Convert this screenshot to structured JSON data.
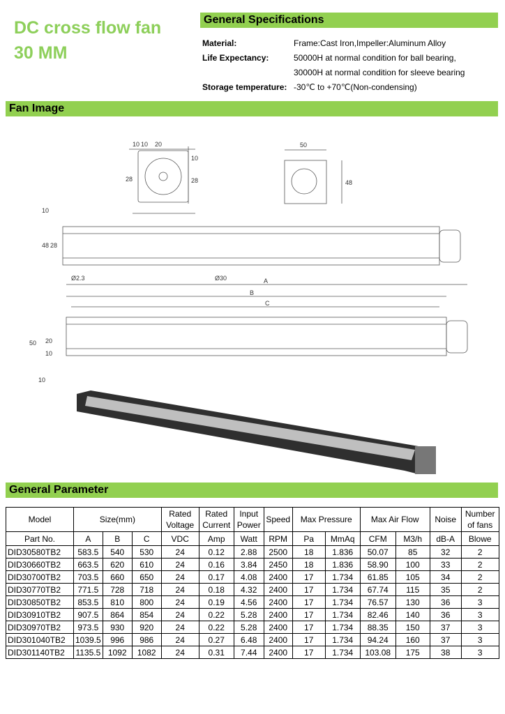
{
  "title": {
    "line1": "DC cross flow fan",
    "line2": "30 MM"
  },
  "spec": {
    "heading": "General Specifications",
    "rows": [
      {
        "key": "Material:",
        "value": "Frame:Cast Iron,Impeller:Aluminum Alloy"
      },
      {
        "key": "Life Expectancy:",
        "value": "50000H at normal condition for ball bearing,"
      },
      {
        "key": "",
        "value": "30000H at normal condition for sleeve bearing"
      },
      {
        "key": "Storage temperature:",
        "value": "-30℃ to +70℃(Non-condensing)"
      }
    ]
  },
  "fan_image": {
    "heading": "Fan Image",
    "labels": {
      "d1": "10",
      "d2": "10",
      "d3": "20",
      "d4": "28",
      "d5": "10",
      "d6": "28",
      "d7": "50",
      "d8": "48",
      "d9": "10",
      "d10": "48",
      "d11": "28",
      "d12": "Ø2.3",
      "d13": "Ø30",
      "A": "A",
      "B": "B",
      "C": "C",
      "d14": "50",
      "d15": "20",
      "d16": "10",
      "d17": "10"
    }
  },
  "parameter": {
    "heading": "General Parameter",
    "header1": [
      "Model",
      "Size(mm)",
      "Rated Voltage",
      "Rated Current",
      "Input Power",
      "Speed",
      "Max Pressure",
      "Max Air Flow",
      "Noise",
      "Number of fans"
    ],
    "header2": [
      "Part No.",
      "A",
      "B",
      "C",
      "VDC",
      "Amp",
      "Watt",
      "RPM",
      "Pa",
      "MmAq",
      "CFM",
      "M3/h",
      "dB-A",
      "Blowe"
    ],
    "rows": [
      [
        "DID30580TB2",
        "583.5",
        "540",
        "530",
        "24",
        "0.12",
        "2.88",
        "2500",
        "18",
        "1.836",
        "50.07",
        "85",
        "32",
        "2"
      ],
      [
        "DID30660TB2",
        "663.5",
        "620",
        "610",
        "24",
        "0.16",
        "3.84",
        "2450",
        "18",
        "1.836",
        "58.90",
        "100",
        "33",
        "2"
      ],
      [
        "DID30700TB2",
        "703.5",
        "660",
        "650",
        "24",
        "0.17",
        "4.08",
        "2400",
        "17",
        "1.734",
        "61.85",
        "105",
        "34",
        "2"
      ],
      [
        "DID30770TB2",
        "771.5",
        "728",
        "718",
        "24",
        "0.18",
        "4.32",
        "2400",
        "17",
        "1.734",
        "67.74",
        "115",
        "35",
        "2"
      ],
      [
        "DID30850TB2",
        "853.5",
        "810",
        "800",
        "24",
        "0.19",
        "4.56",
        "2400",
        "17",
        "1.734",
        "76.57",
        "130",
        "36",
        "3"
      ],
      [
        "DID30910TB2",
        "907.5",
        "864",
        "854",
        "24",
        "0.22",
        "5.28",
        "2400",
        "17",
        "1.734",
        "82.46",
        "140",
        "36",
        "3"
      ],
      [
        "DID30970TB2",
        "973.5",
        "930",
        "920",
        "24",
        "0.22",
        "5.28",
        "2400",
        "17",
        "1.734",
        "88.35",
        "150",
        "37",
        "3"
      ],
      [
        "DID301040TB2",
        "1039.5",
        "996",
        "986",
        "24",
        "0.27",
        "6.48",
        "2400",
        "17",
        "1.734",
        "94.24",
        "160",
        "37",
        "3"
      ],
      [
        "DID301140TB2",
        "1135.5",
        "1092",
        "1082",
        "24",
        "0.31",
        "7.44",
        "2400",
        "17",
        "1.734",
        "103.08",
        "175",
        "38",
        "3"
      ]
    ]
  }
}
